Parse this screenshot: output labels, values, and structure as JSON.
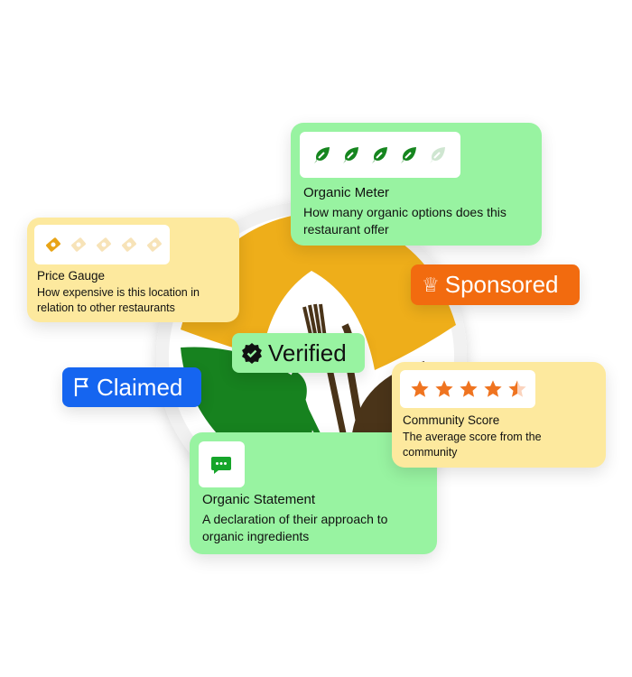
{
  "organic_meter": {
    "title": "Organic Meter",
    "description": "How many organic options does this restaurant offer",
    "rating": 4,
    "max": 5,
    "color": "#16861f"
  },
  "price_gauge": {
    "title": "Price Gauge",
    "description": "How expensive is this location in relation to other restaurants",
    "rating": 1,
    "max": 5,
    "color": "#e8a417"
  },
  "badges": {
    "sponsored": "Sponsored",
    "verified": "Verified",
    "claimed": "Claimed"
  },
  "community_score": {
    "title": "Community Score",
    "description": "The average score from the community",
    "rating": 4.5,
    "max": 5,
    "color": "#ef7420"
  },
  "organic_statement": {
    "title": "Organic Statement",
    "description": "A declaration of their approach to organic ingredients"
  },
  "colors": {
    "green_card": "#98f3a1",
    "yellow_card": "#fde99e",
    "sponsored": "#f26b0f",
    "claimed": "#1565f0"
  }
}
